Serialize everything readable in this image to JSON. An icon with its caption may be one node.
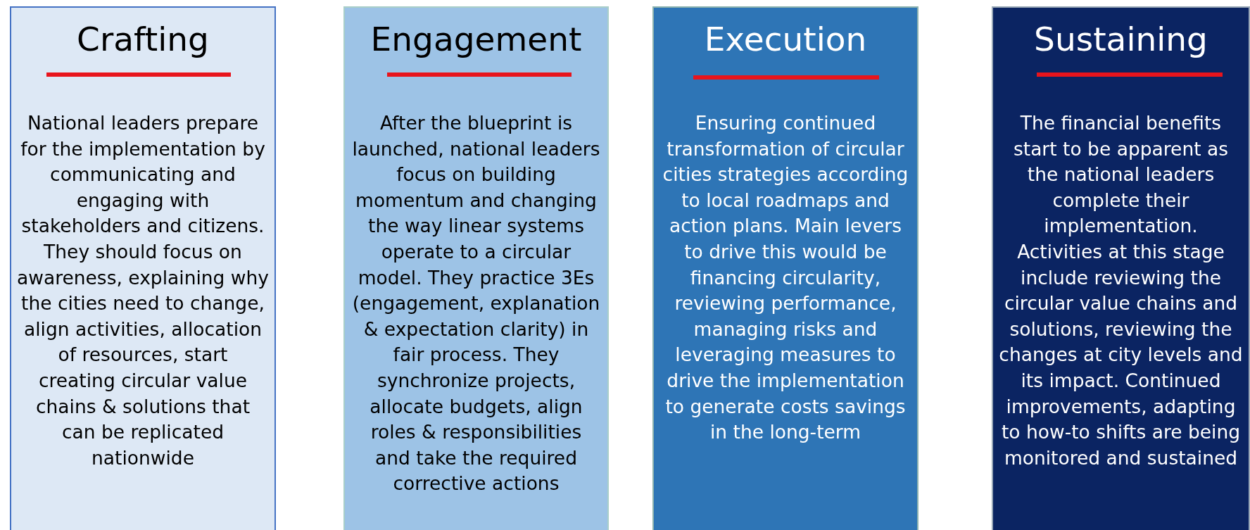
{
  "diagram": {
    "nodes": [
      {
        "text": [
          "Crafting",
          "National leaders prepare for the implementation by communicating and engaging with stakeholders and citizens. They should focus on awareness, explaining why the cities need to change, align activities, allocation of resources, start creating circular value chains & solutions that can be replicated nationwide"
        ]
      },
      {
        "text": [
          "Engagement",
          "After the blueprint is launched, national leaders focus on building momentum and changing the way linear systems operate to a circular model. They practice 3Es (engagement, explanation & expectation clarity) in fair process. They synchronize projects, allocate budgets, align roles & responsibilities and take the required corrective actions"
        ]
      },
      {
        "text": [
          "Execution",
          "Ensuring continued transformation of circular cities strategies according to local roadmaps and action plans. Main levers to drive this would be financing circularity, reviewing performance, managing risks and leveraging measures to drive the implementation to generate costs savings in the long-term"
        ]
      },
      {
        "text": [
          "Sustaining",
          "The financial benefits start to be apparent as the national leaders complete their implementation. Activities at this stage include reviewing the circular value chains and solutions, reviewing the changes at city levels and its impact. Continued improvements, adapting to how-to shifts are being monitored and sustained"
        ]
      }
    ]
  }
}
